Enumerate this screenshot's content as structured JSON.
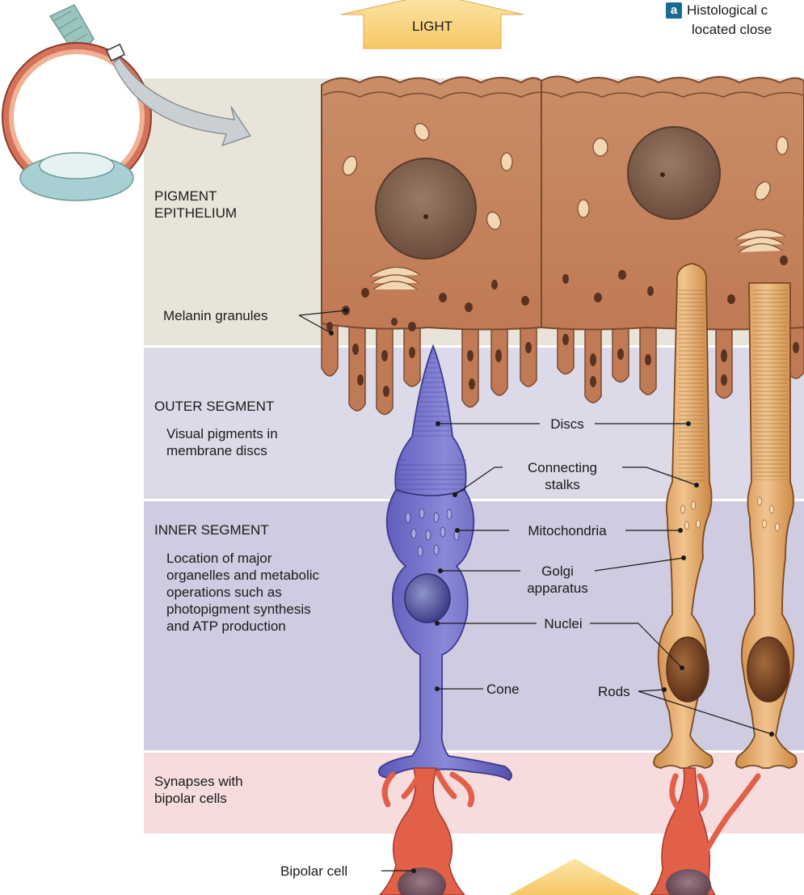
{
  "light_top_label": "LIGHT",
  "panel": {
    "badge": "a",
    "caption_line1": "Histological c",
    "caption_line2": "located close"
  },
  "regions": {
    "pigment_epithelium": "PIGMENT\nEPITHELIUM",
    "outer_segment": "OUTER SEGMENT",
    "outer_segment_desc": "Visual pigments in\nmembrane discs",
    "inner_segment": "INNER SEGMENT",
    "inner_segment_desc": "Location of major\norganelles and metabolic\noperations such as\nphotopigment synthesis\nand ATP production",
    "synapses": "Synapses with\nbipolar cells"
  },
  "labels": {
    "melanin_granules": "Melanin granules",
    "discs": "Discs",
    "connecting_stalks": "Connecting\nstalks",
    "mitochondria": "Mitochondria",
    "golgi_apparatus": "Golgi\napparatus",
    "nuclei": "Nuclei",
    "cone": "Cone",
    "rods": "Rods",
    "bipolar_cell": "Bipolar cell"
  },
  "colors": {
    "pigment_band": "#e9e4d9",
    "outer_band": "#dcdae8",
    "inner_band": "#cfcbe0",
    "synapse_band": "#f6dcdc",
    "epithelium": "#c7855e",
    "melanin": "#5a3320",
    "cone": "#6a67c2",
    "rod": "#e0a262",
    "bipolar": "#e25f48",
    "light_arrow": "#fbd981"
  }
}
